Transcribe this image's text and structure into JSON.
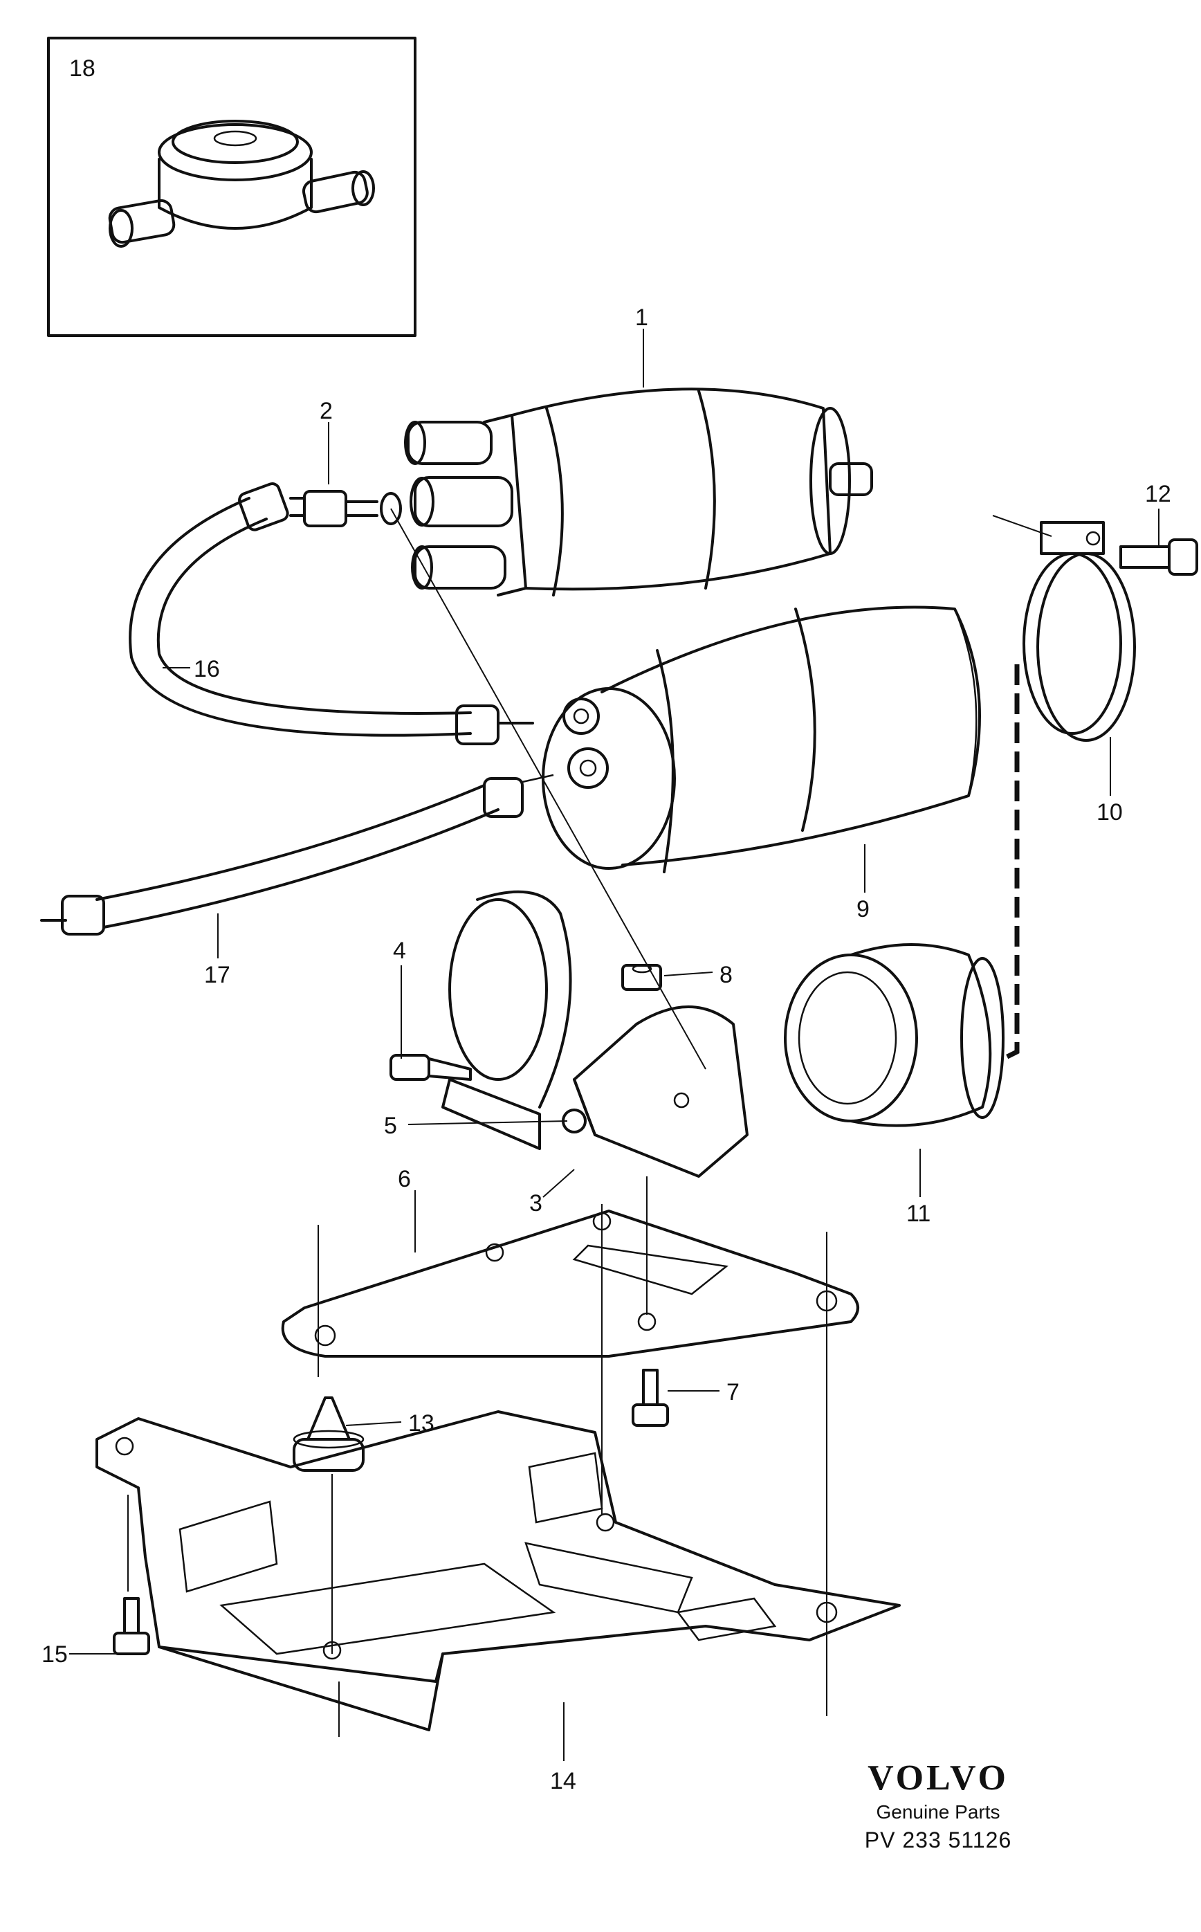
{
  "callouts": {
    "c1": "1",
    "c2": "2",
    "c3": "3",
    "c4": "4",
    "c5": "5",
    "c6": "6",
    "c7": "7",
    "c8": "8",
    "c9": "9",
    "c10": "10",
    "c11": "11",
    "c12": "12",
    "c13": "13",
    "c14": "14",
    "c15": "15",
    "c16": "16",
    "c17": "17",
    "c18": "18"
  },
  "footer": {
    "logo": "VOLVO",
    "subtitle": "Genuine Parts",
    "reference": "PV 233 51126"
  }
}
